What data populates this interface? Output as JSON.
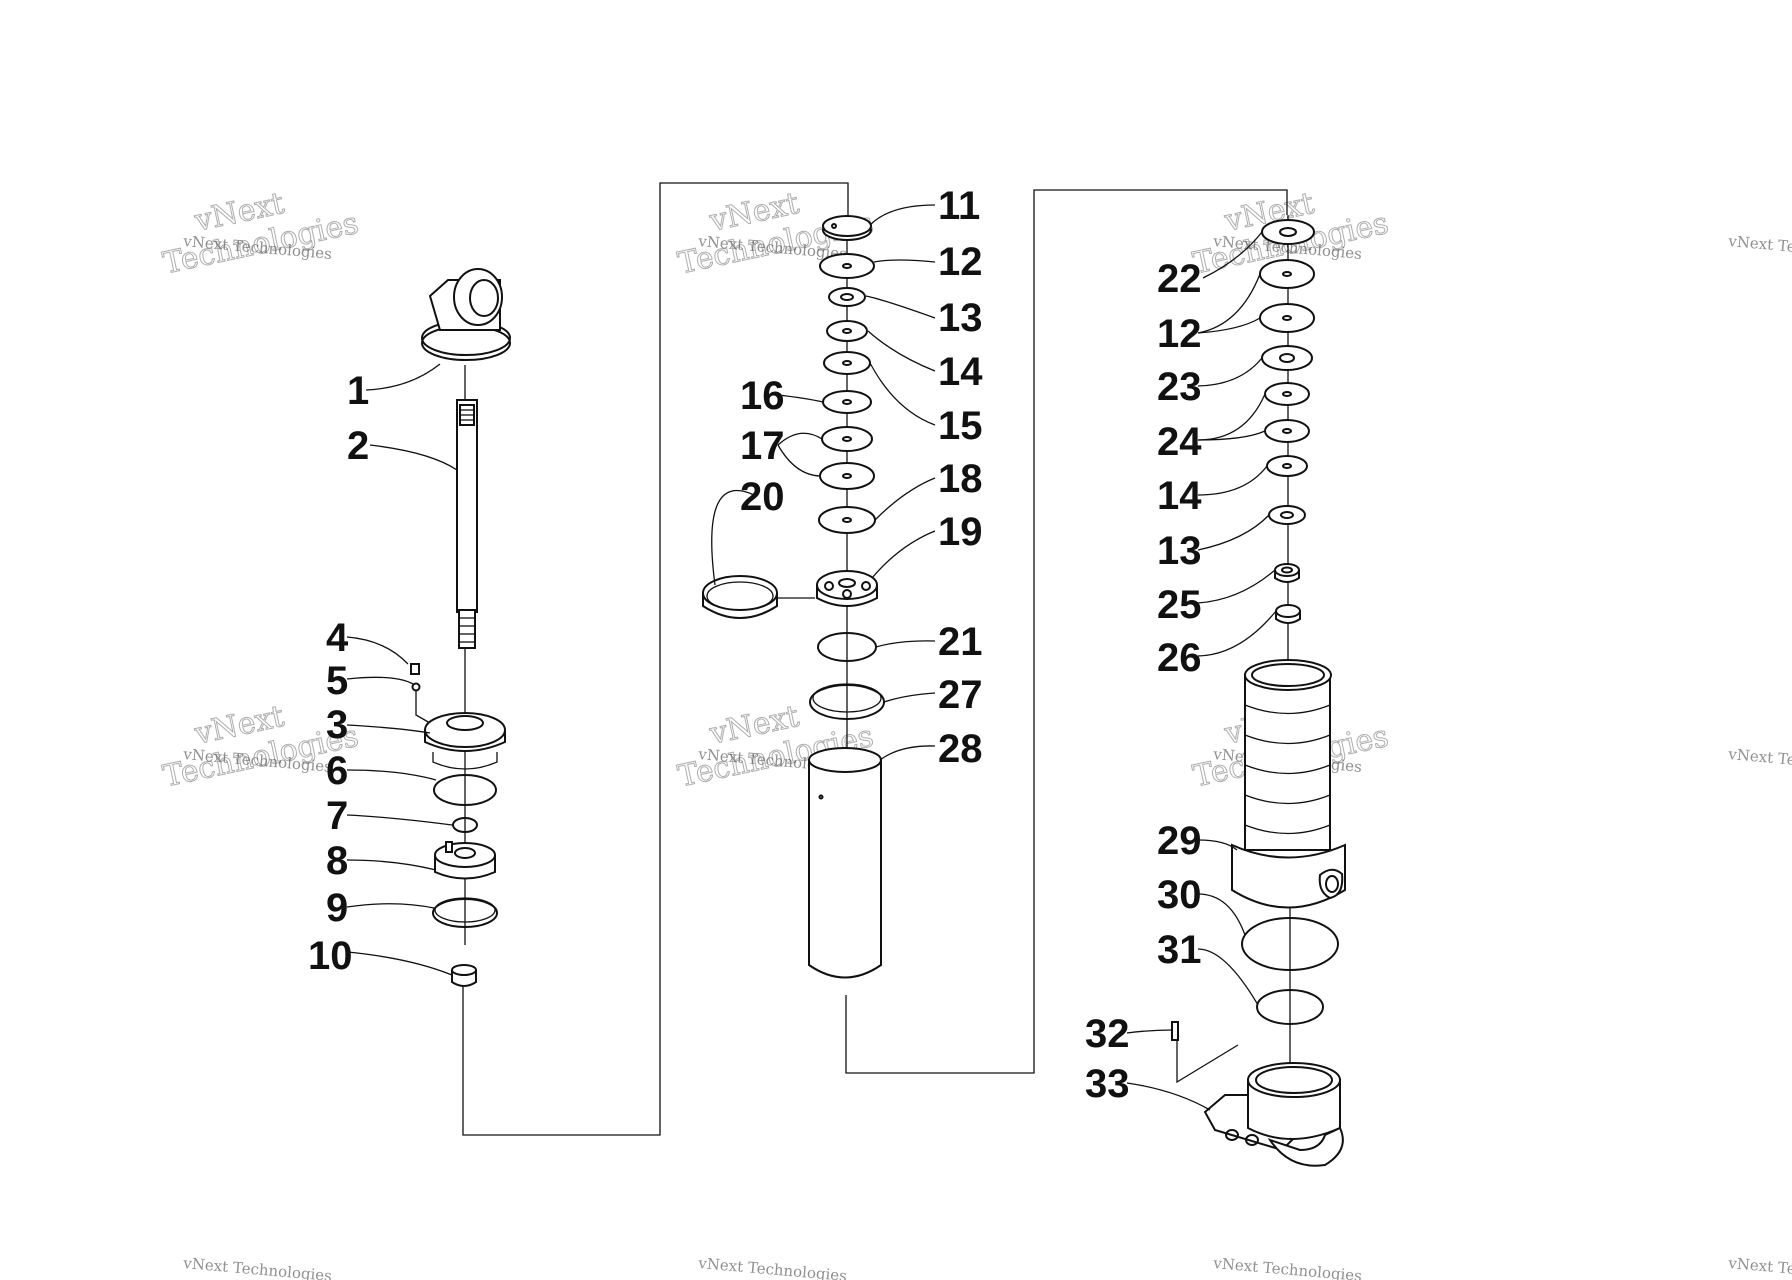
{
  "watermark": {
    "line1": "vNext Technologies",
    "line2a": "vNext",
    "line2b": "Technologies"
  },
  "callouts": [
    "1",
    "2",
    "3",
    "4",
    "5",
    "6",
    "7",
    "8",
    "9",
    "10",
    "11",
    "12",
    "13",
    "14",
    "15",
    "16",
    "17",
    "18",
    "19",
    "20",
    "21",
    "22",
    "12",
    "23",
    "24",
    "14",
    "13",
    "25",
    "26",
    "27",
    "28",
    "29",
    "30",
    "31",
    "32",
    "33"
  ]
}
